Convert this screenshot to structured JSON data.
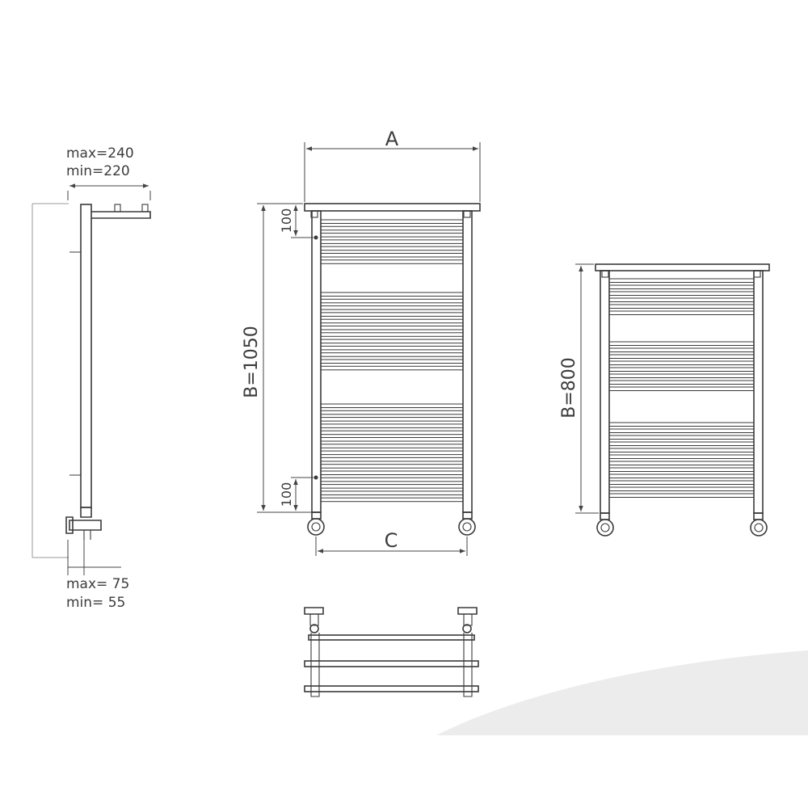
{
  "side_view": {
    "depth_max": "max=240",
    "depth_min": "min=220",
    "offset_max": "max= 75",
    "offset_min": "min= 55"
  },
  "front_view_1050": {
    "width_label": "A",
    "height_label": "B=1050",
    "top_offset": "100",
    "bottom_offset": "100",
    "connection_label": "C"
  },
  "front_view_800": {
    "height_label": "B=800"
  },
  "colors": {
    "line": "#3a3a3a",
    "background": "#ffffff",
    "swoosh": "#ececec"
  }
}
